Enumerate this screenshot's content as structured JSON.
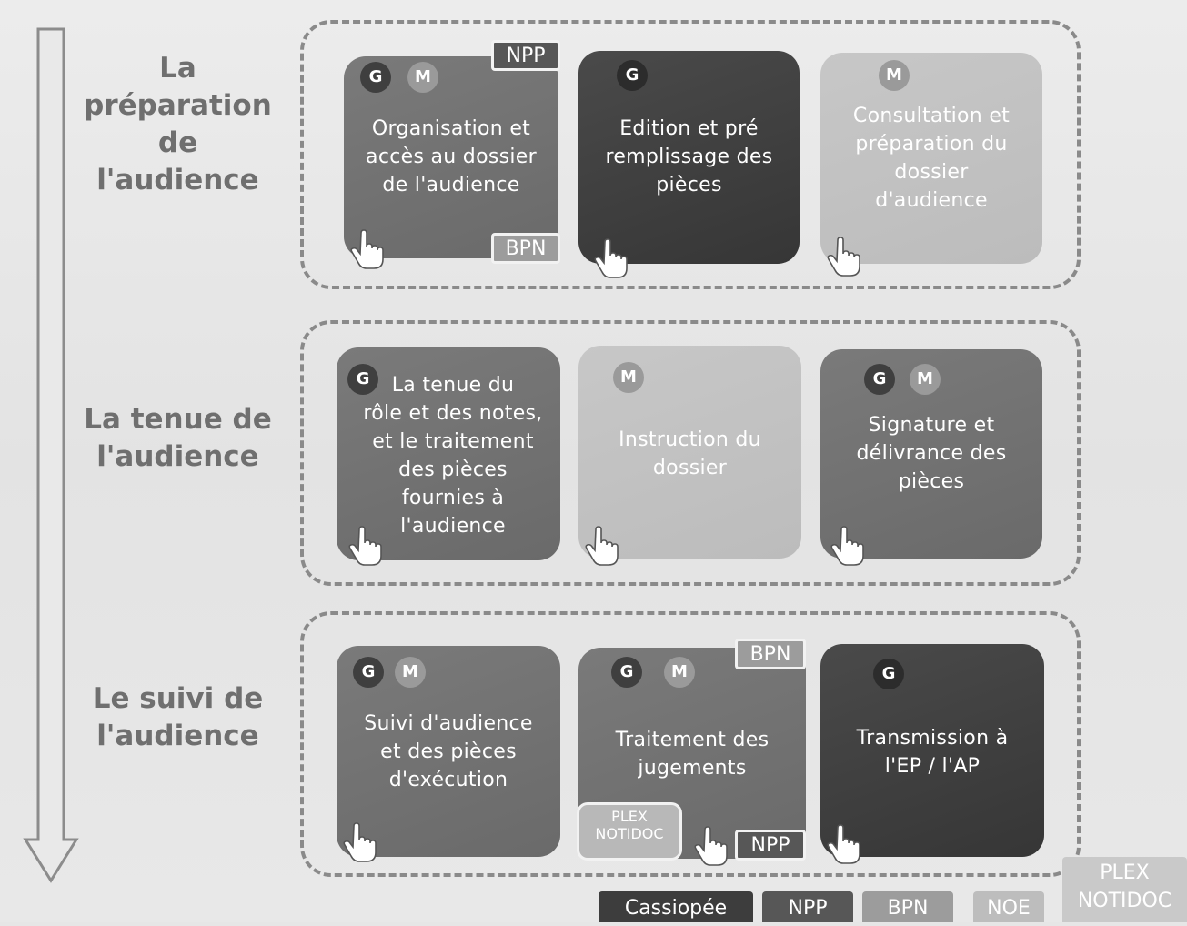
{
  "phases": [
    {
      "title": "La\npréparation\nde\nl'audience",
      "cards": [
        {
          "text": "Organisation et\naccès au dossier\nde l'audience",
          "badges": [
            "G",
            "M"
          ],
          "tag_top": "NPP",
          "tag_bottom": "BPN"
        },
        {
          "text": "Edition et pré\nremplissage des\npièces",
          "badges": [
            "G"
          ]
        },
        {
          "text": "Consultation et\npréparation du\ndossier\nd'audience",
          "badges": [
            "M"
          ]
        }
      ]
    },
    {
      "title": "La tenue de\nl'audience",
      "cards": [
        {
          "text": "La tenue du\nrôle et des notes,\net le traitement\ndes pièces\nfournies à\nl'audience",
          "badges": [
            "G"
          ]
        },
        {
          "text": "Instruction du\ndossier",
          "badges": [
            "M"
          ]
        },
        {
          "text": "Signature et\ndélivrance des\npièces",
          "badges": [
            "G",
            "M"
          ]
        }
      ]
    },
    {
      "title": "Le suivi de\nl'audience",
      "cards": [
        {
          "text": "Suivi d'audience\net des pièces\nd'exécution",
          "badges": [
            "G",
            "M"
          ]
        },
        {
          "text": "Traitement des\njugements",
          "badges": [
            "G",
            "M"
          ],
          "tag_top": "BPN",
          "tag_bottom": "NPP",
          "tag_extra": "PLEX\nNOTIDOC"
        },
        {
          "text": "Transmission à\nl'EP / l'AP",
          "badges": [
            "G"
          ]
        }
      ]
    }
  ],
  "legend": [
    "Cassiopée",
    "NPP",
    "BPN",
    "NOE",
    "PLEX\nNOTIDOC"
  ],
  "icons": {
    "card_action": "pointing-hand-icon",
    "flow": "down-arrow-icon",
    "badge_g": "G",
    "badge_m": "M"
  },
  "colors": {
    "cassiopee": "#3d3d3d",
    "npp": "#575757",
    "bpn": "#9c9c9c",
    "noe": "#bdbdbd",
    "plex_notidoc": "#c9c9c9"
  }
}
